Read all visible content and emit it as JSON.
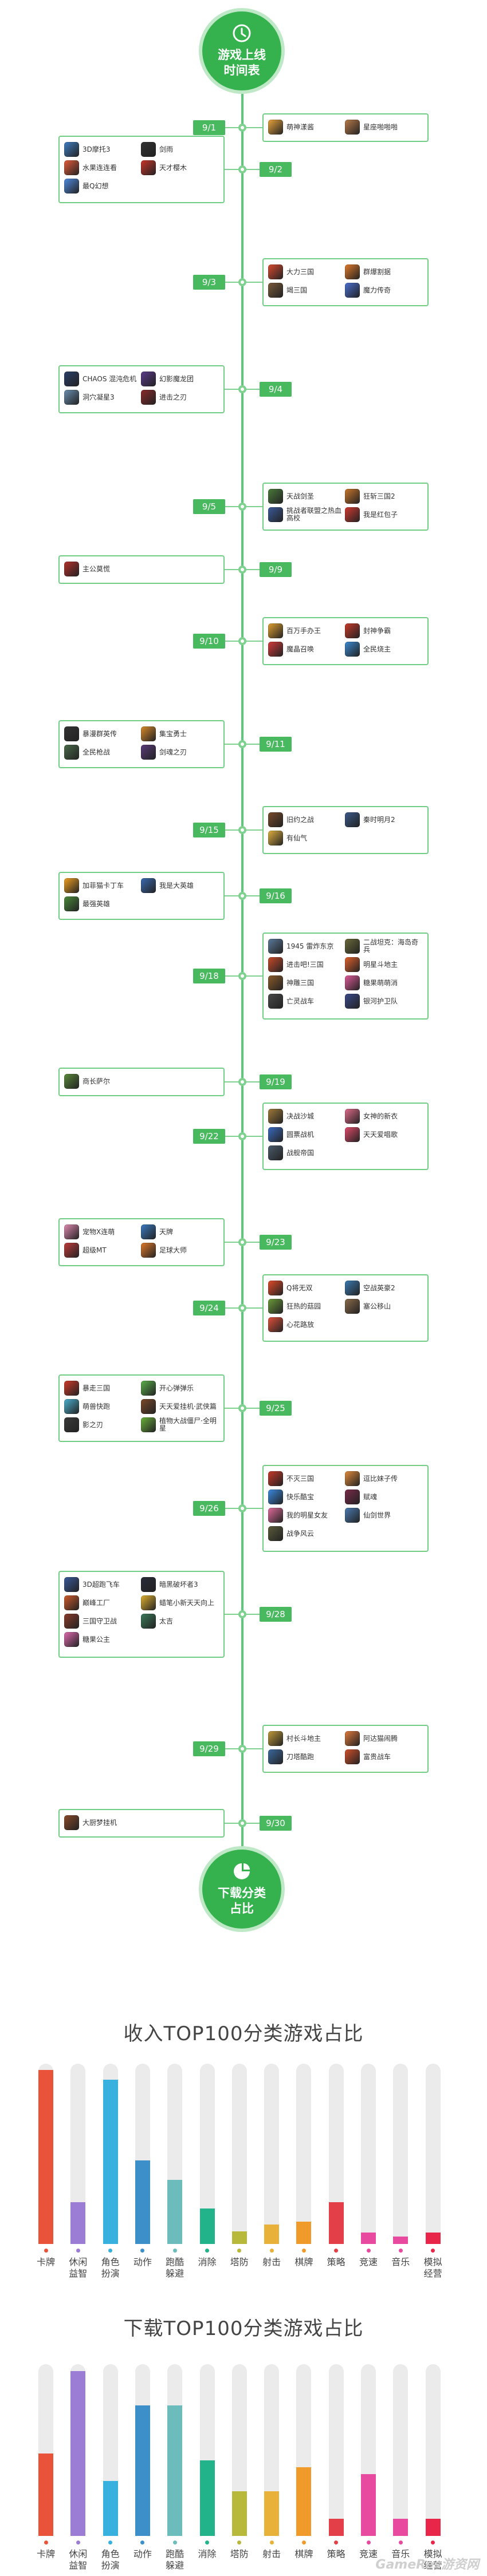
{
  "header": {
    "title_line1": "游戏上线",
    "title_line2": "时间表"
  },
  "timeline": [
    {
      "date": "9/1",
      "side": "right",
      "games": [
        {
          "name": "萌神漾酱",
          "color": "#e8a33b"
        },
        {
          "name": "星座啪啪啪",
          "color": "#b87b4a"
        }
      ]
    },
    {
      "date": "9/2",
      "side": "left",
      "games": [
        {
          "name": "3D摩托3",
          "color": "#3f7fc4"
        },
        {
          "name": "剑雨",
          "color": "#333333"
        },
        {
          "name": "水果连连看",
          "color": "#e45b3a"
        },
        {
          "name": "天才樱木",
          "color": "#c8352b"
        },
        {
          "name": "最Q幻想",
          "color": "#4e8be0"
        }
      ]
    },
    {
      "date": "9/3",
      "side": "right",
      "games": [
        {
          "name": "大力三国",
          "color": "#d84a2f"
        },
        {
          "name": "群爆割据",
          "color": "#e07a2a"
        },
        {
          "name": "竭三国",
          "color": "#7a5a3a"
        },
        {
          "name": "魔力传奇",
          "color": "#4a6fd0"
        }
      ]
    },
    {
      "date": "9/4",
      "side": "left",
      "games": [
        {
          "name": "CHAOS 混沌危机",
          "color": "#2b3f6a"
        },
        {
          "name": "幻影魔龙团",
          "color": "#5b3a8a"
        },
        {
          "name": "洞穴凝星3",
          "color": "#6a8fb0"
        },
        {
          "name": "进击之刃",
          "color": "#8a2a2a"
        }
      ]
    },
    {
      "date": "9/5",
      "side": "right",
      "games": [
        {
          "name": "天战剑圣",
          "color": "#4a7a3a"
        },
        {
          "name": "狂斩三国2",
          "color": "#c8762a"
        },
        {
          "name": "挑战者联盟之热血高校",
          "color": "#3a5a9a"
        },
        {
          "name": "我是红包子",
          "color": "#d2392f"
        }
      ]
    },
    {
      "date": "9/9",
      "side": "left",
      "games": [
        {
          "name": "主公莫慌",
          "color": "#b5302a"
        }
      ]
    },
    {
      "date": "9/10",
      "side": "right",
      "games": [
        {
          "name": "百万手办王",
          "color": "#e0a030"
        },
        {
          "name": "封神争霸",
          "color": "#c83a2a"
        },
        {
          "name": "魔晶召唤",
          "color": "#d33a3a"
        },
        {
          "name": "全民烧主",
          "color": "#3a8ad0"
        }
      ]
    },
    {
      "date": "9/11",
      "side": "left",
      "games": [
        {
          "name": "暴漫群英传",
          "color": "#333333"
        },
        {
          "name": "集宝勇士",
          "color": "#d88a2a"
        },
        {
          "name": "全民枪战",
          "color": "#4a6a4a"
        },
        {
          "name": "剑魂之刃",
          "color": "#5a3a7a"
        }
      ]
    },
    {
      "date": "9/15",
      "side": "right",
      "games": [
        {
          "name": "旧约之战",
          "color": "#7a4a2a"
        },
        {
          "name": "秦时明月2",
          "color": "#3a5a8a"
        },
        {
          "name": "有仙气",
          "color": "#e0b040"
        }
      ]
    },
    {
      "date": "9/16",
      "side": "left",
      "games": [
        {
          "name": "加菲猫卡丁车",
          "color": "#f0a020"
        },
        {
          "name": "我是大英雄",
          "color": "#3a6ab0"
        },
        {
          "name": "最强英雄",
          "color": "#4a8a3a"
        }
      ]
    },
    {
      "date": "9/18",
      "side": "right",
      "games": [
        {
          "name": "1945 雷炸东京",
          "color": "#5a7a9a"
        },
        {
          "name": "二战坦克：海岛奇兵",
          "color": "#6a6a3a"
        },
        {
          "name": "进击吧!三国",
          "color": "#c84a2a"
        },
        {
          "name": "明星斗地主",
          "color": "#e0602a"
        },
        {
          "name": "神雕三国",
          "color": "#8a5a2a"
        },
        {
          "name": "糖果萌萌消",
          "color": "#e05a9a"
        },
        {
          "name": "亡灵战车",
          "color": "#4a4a4a"
        },
        {
          "name": "银河护卫队",
          "color": "#3a4a8a"
        }
      ]
    },
    {
      "date": "9/19",
      "side": "left",
      "games": [
        {
          "name": "商长萨尔",
          "color": "#5a8a3a"
        }
      ]
    },
    {
      "date": "9/22",
      "side": "right",
      "games": [
        {
          "name": "决战沙城",
          "color": "#a07a3a"
        },
        {
          "name": "女神的新衣",
          "color": "#e06a8a"
        },
        {
          "name": "圆票战机",
          "color": "#3a6ac0"
        },
        {
          "name": "天天爱唱歌",
          "color": "#e04a6a"
        },
        {
          "name": "战舰帝国",
          "color": "#4a5a6a"
        }
      ]
    },
    {
      "date": "9/23",
      "side": "left",
      "games": [
        {
          "name": "宠物X连萌",
          "color": "#e08ab0"
        },
        {
          "name": "天牌",
          "color": "#3a7ac0"
        },
        {
          "name": "超级MT",
          "color": "#c03a3a"
        },
        {
          "name": "足球大师",
          "color": "#e07a2a"
        }
      ]
    },
    {
      "date": "9/24",
      "side": "right",
      "games": [
        {
          "name": "Q将无双",
          "color": "#e04a2a"
        },
        {
          "name": "空战英豪2",
          "color": "#3a7ab0"
        },
        {
          "name": "狂热的菇园",
          "color": "#6a9a3a"
        },
        {
          "name": "塞公移山",
          "color": "#8a6a4a"
        },
        {
          "name": "心花路放",
          "color": "#e0503a"
        }
      ]
    },
    {
      "date": "9/25",
      "side": "left",
      "games": [
        {
          "name": "暴走三国",
          "color": "#d03a2a"
        },
        {
          "name": "开心弹弹乐",
          "color": "#5ab04a"
        },
        {
          "name": "萌兽快跑",
          "color": "#4ab0d0"
        },
        {
          "name": "天天爱挂机·武侠篇",
          "color": "#7a4a2a"
        },
        {
          "name": "影之刃",
          "color": "#3a3a3a"
        },
        {
          "name": "植物大战僵尸·全明星",
          "color": "#6ab03a"
        }
      ]
    },
    {
      "date": "9/26",
      "side": "right",
      "games": [
        {
          "name": "不灭三国",
          "color": "#c83a2a"
        },
        {
          "name": "逗比妹子传",
          "color": "#e08a3a"
        },
        {
          "name": "快乐酷宝",
          "color": "#3a8ae0"
        },
        {
          "name": "赋魂",
          "color": "#7a2a4a"
        },
        {
          "name": "我的明星女友",
          "color": "#e06a9a"
        },
        {
          "name": "仙剑世界",
          "color": "#4a7ab0"
        },
        {
          "name": "战争风云",
          "color": "#5a5a3a"
        }
      ]
    },
    {
      "date": "9/28",
      "side": "left",
      "games": [
        {
          "name": "3D超跑飞车",
          "color": "#3a5a9a"
        },
        {
          "name": "暗黑破坏者3",
          "color": "#2a2a3a"
        },
        {
          "name": "巅峰工厂",
          "color": "#d05a2a"
        },
        {
          "name": "蜡笔小新天天向上",
          "color": "#e0b030"
        },
        {
          "name": "三国守卫战",
          "color": "#8a3a2a"
        },
        {
          "name": "太吉",
          "color": "#3a7a5a"
        },
        {
          "name": "糖果公主",
          "color": "#e06ab0"
        }
      ]
    },
    {
      "date": "9/29",
      "side": "right",
      "games": [
        {
          "name": "村长斗地主",
          "color": "#c09a3a"
        },
        {
          "name": "阿达猫闹腾",
          "color": "#e07a3a"
        },
        {
          "name": "刀塔酷跑",
          "color": "#3a6aa0"
        },
        {
          "name": "富贵战车",
          "color": "#d0502a"
        }
      ]
    },
    {
      "date": "9/30",
      "side": "left",
      "games": [
        {
          "name": "大厨梦挂机",
          "color": "#8a4a2a"
        }
      ]
    }
  ],
  "footer_circle": {
    "line1": "下载分类",
    "line2": "占比"
  },
  "chart_data": [
    {
      "type": "bar",
      "title": "收入TOP100分类游戏占比",
      "categories": [
        "卡牌",
        "休闲\n益智",
        "角色\n扮演",
        "动作",
        "跑酷\n躲避",
        "消除",
        "塔防",
        "射击",
        "棋牌",
        "策略",
        "竞速",
        "音乐",
        "模拟\n经营"
      ],
      "values": [
        27,
        6.5,
        25.5,
        13,
        10,
        5.5,
        2,
        3,
        3.5,
        6.5,
        1.8,
        1.2,
        1.8
      ],
      "colors": [
        "#e8533a",
        "#9c7dd6",
        "#39b1df",
        "#3d8fc9",
        "#6bbcba",
        "#22b38a",
        "#b8b93a",
        "#e8b23a",
        "#f09a2a",
        "#e23f48",
        "#e84aa0",
        "#e84aa0",
        "#e8264a"
      ],
      "ylim": [
        0,
        28
      ]
    },
    {
      "type": "bar",
      "title": "下载TOP100分类游戏占比",
      "categories": [
        "卡牌",
        "休闲\n益智",
        "角色\n扮演",
        "动作",
        "跑酷\n躲避",
        "消除",
        "塔防",
        "射击",
        "棋牌",
        "策略",
        "竞速",
        "音乐",
        "模拟\n经营"
      ],
      "values": [
        12,
        24,
        8,
        19,
        19,
        11,
        6.5,
        6.5,
        10,
        2.5,
        9,
        2.5,
        2.5
      ],
      "colors": [
        "#e8533a",
        "#9c7dd6",
        "#39b1df",
        "#3d8fc9",
        "#6bbcba",
        "#22b38a",
        "#b8b93a",
        "#e8b23a",
        "#f09a2a",
        "#e23f48",
        "#e84aa0",
        "#e84aa0",
        "#e8264a"
      ],
      "ylim": [
        0,
        25
      ]
    }
  ],
  "watermark": "GameRes游资网"
}
